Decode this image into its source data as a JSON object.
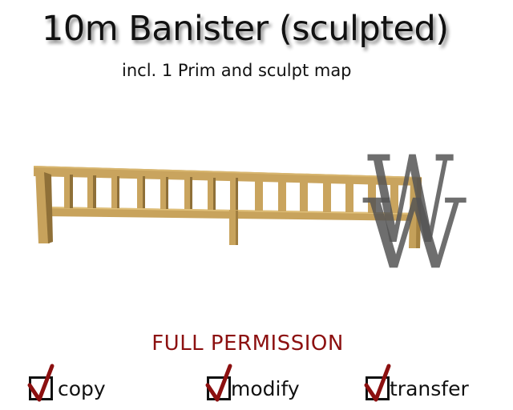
{
  "header": {
    "title": "10m Banister (sculpted)",
    "subtitle": "incl. 1 Prim and sculpt map"
  },
  "product_image": {
    "subject": "wooden-banister-railing",
    "wood_color": "#c9a45e",
    "wood_shadow_color": "#9c7a3c"
  },
  "watermark": {
    "letters": [
      "W",
      "W"
    ],
    "color": "#555555"
  },
  "permissions": {
    "heading": "FULL PERMISSION",
    "heading_color": "#8c1010",
    "items": [
      {
        "label": "copy",
        "checked": true
      },
      {
        "label": "modify",
        "checked": true
      },
      {
        "label": "transfer",
        "checked": true
      }
    ]
  }
}
